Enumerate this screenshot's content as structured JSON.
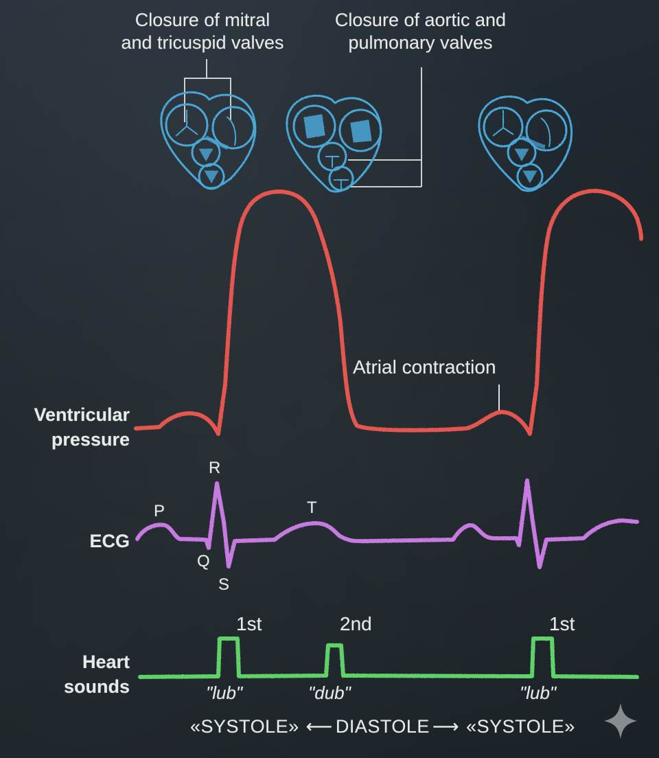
{
  "colors": {
    "background": "#1e262c",
    "chalk_white": "#e9ebea",
    "pressure_red": "#e4574f",
    "ecg_purple": "#c77ae0",
    "sounds_green": "#5fd36a",
    "valve_blue": "#4aa8d8"
  },
  "annotations": {
    "mitral_tricuspid": {
      "line1": "Closure of mitral",
      "line2": "and tricuspid valves"
    },
    "aortic_pulmonary": {
      "line1": "Closure of aortic and",
      "line2": "pulmonary valves"
    },
    "atrial_contraction": "Atrial contraction"
  },
  "heart_icons": [
    {
      "name": "heart-valves-diagram-1",
      "state": "atrioventricular valves closed"
    },
    {
      "name": "heart-valves-diagram-2",
      "state": "aortic and pulmonary valves closed"
    },
    {
      "name": "heart-valves-diagram-3",
      "state": "atrioventricular valves closed"
    }
  ],
  "rows": {
    "pressure": {
      "line1": "Ventricular",
      "line2": "pressure"
    },
    "ecg": {
      "label": "ECG",
      "waves": {
        "p": "P",
        "q": "Q",
        "r": "R",
        "s": "S",
        "t": "T"
      }
    },
    "sounds": {
      "line1": "Heart",
      "line2": "sounds",
      "events": [
        {
          "num": "1st",
          "word": "\"lub\""
        },
        {
          "num": "2nd",
          "word": "\"dub\""
        },
        {
          "num": "1st",
          "word": "\"lub\""
        }
      ]
    }
  },
  "phases": {
    "systole_1": "SYSTOLE",
    "diastole": "DIASTOLE",
    "systole_2": "SYSTOLE"
  },
  "watermark_icon": "sparkle-icon"
}
